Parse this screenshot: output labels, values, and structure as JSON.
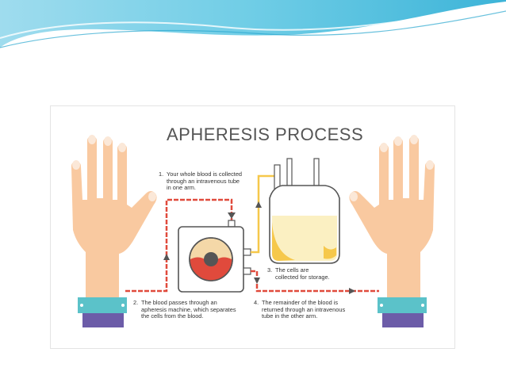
{
  "diagram": {
    "title": "APHERESIS PROCESS",
    "steps": [
      {
        "num": "1.",
        "lines": [
          "Your whole blood is collected",
          "through an intravenous tube",
          "in one arm."
        ]
      },
      {
        "num": "2.",
        "lines": [
          "The blood passes through an",
          "apheresis machine, which separates",
          "the cells from the blood."
        ]
      },
      {
        "num": "3.",
        "lines": [
          "The cells are",
          "collected for storage."
        ]
      },
      {
        "num": "4.",
        "lines": [
          "The remainder of the blood is",
          "returned through an intravenous",
          "tube in the other arm."
        ]
      }
    ]
  },
  "colors": {
    "skin": "#f9c9a0",
    "nail": "#fbe8d8",
    "cuff": "#5bc2c9",
    "sleeve": "#6c5ca8",
    "blood": "#e04a3c",
    "cells": "#f6c84b",
    "plasma": "#fbf0c2",
    "outline": "#555555",
    "header_blue": "#4fc3e0"
  }
}
